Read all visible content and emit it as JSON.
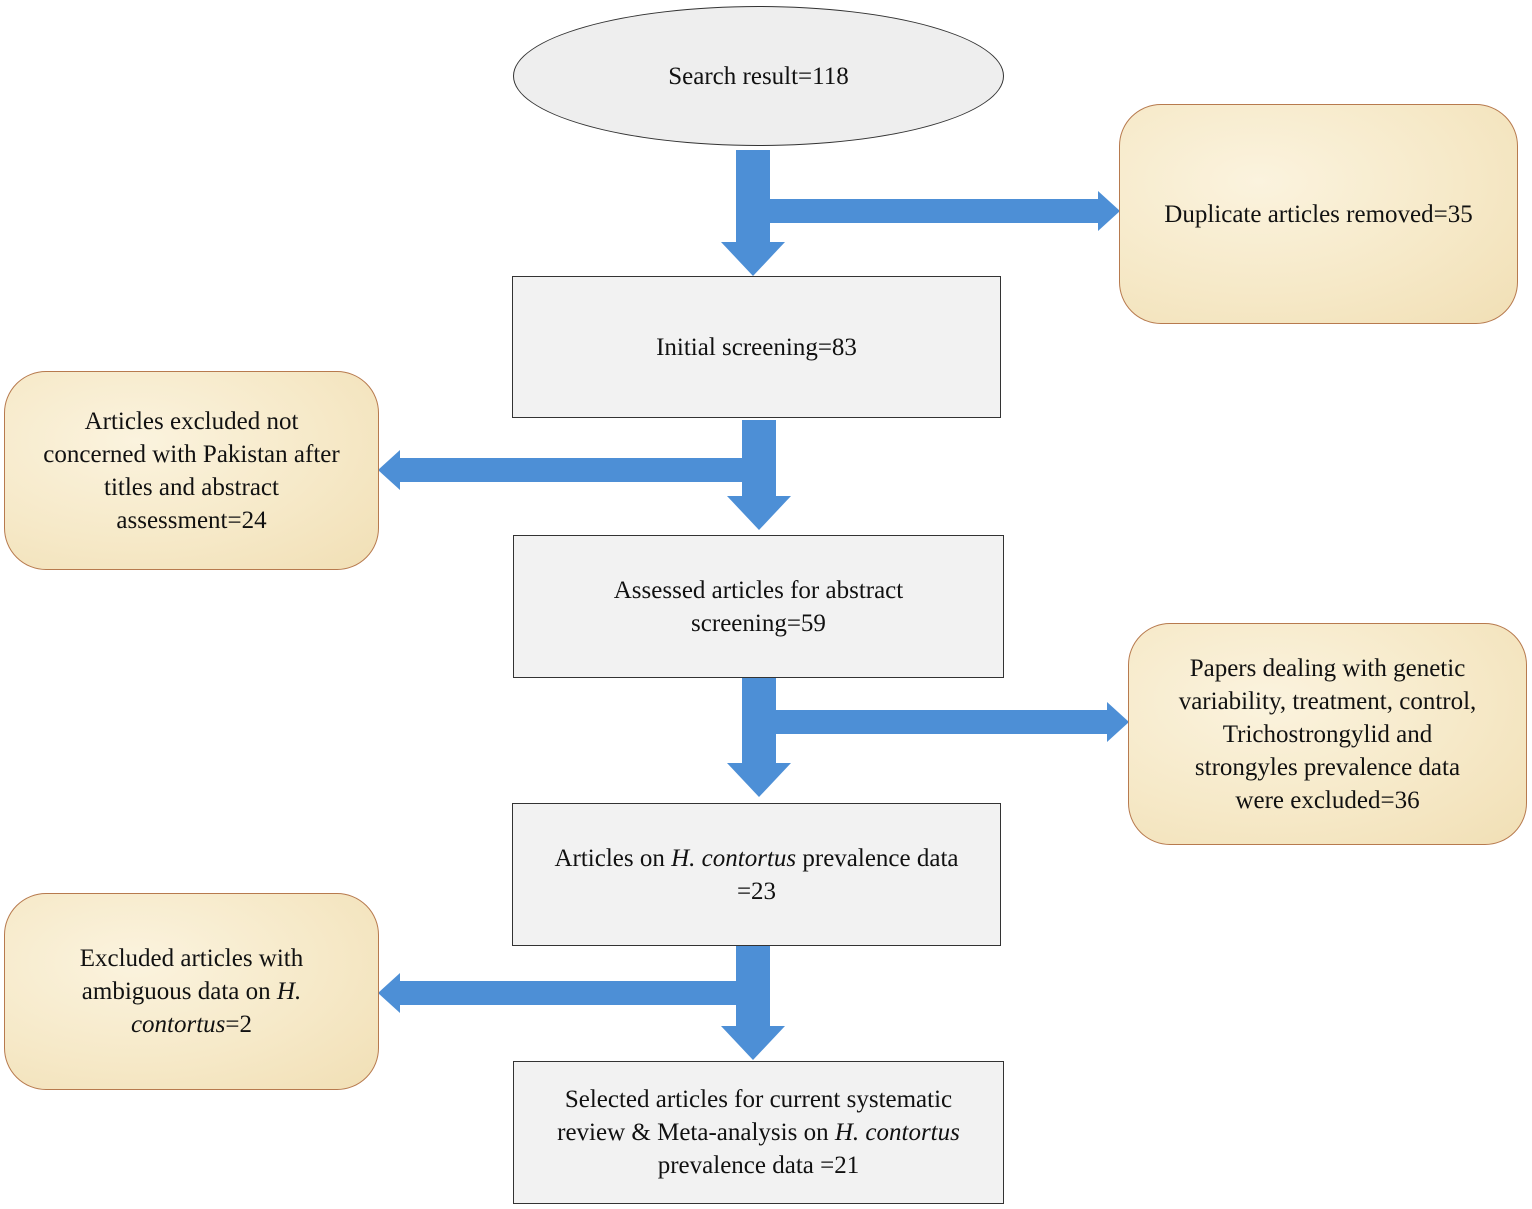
{
  "nodes": {
    "search": {
      "text": "Search result=118"
    },
    "duplicates": {
      "text": "Duplicate articles removed=35"
    },
    "initial": {
      "text": "Initial screening=83"
    },
    "excluded_pakistan": {
      "lines": [
        "Articles excluded not",
        "concerned with Pakistan after",
        "titles and abstract",
        "assessment=24"
      ]
    },
    "assessed": {
      "lines": [
        "Assessed articles for abstract",
        "screening=59"
      ]
    },
    "excluded_papers": {
      "lines": [
        "Papers dealing with genetic",
        "variability, treatment, control,",
        "Trichostrongylid and",
        "strongyles prevalence data",
        "were excluded=36"
      ]
    },
    "hcontortus": {
      "line1_pre": "Articles on ",
      "line1_italic": "H. contortus",
      "line1_post": " prevalence data",
      "line2": "=23"
    },
    "excluded_ambiguous": {
      "line1": "Excluded articles with",
      "line2_pre": "ambiguous data on ",
      "line2_italic": "H.",
      "line3_italic": "contortus",
      "line3_post": "=2"
    },
    "selected": {
      "line1": "Selected articles for current systematic",
      "line2_pre": "review & Meta-analysis on ",
      "line2_italic": "H. contortus",
      "line3": "prevalence data =21"
    }
  },
  "colors": {
    "arrow": "#4d8fd6",
    "box_fill": "#f2f2f2",
    "ellipse_fill": "#eeeeee",
    "side_fill": "#f6e9c8",
    "side_border": "#b77a4e"
  }
}
